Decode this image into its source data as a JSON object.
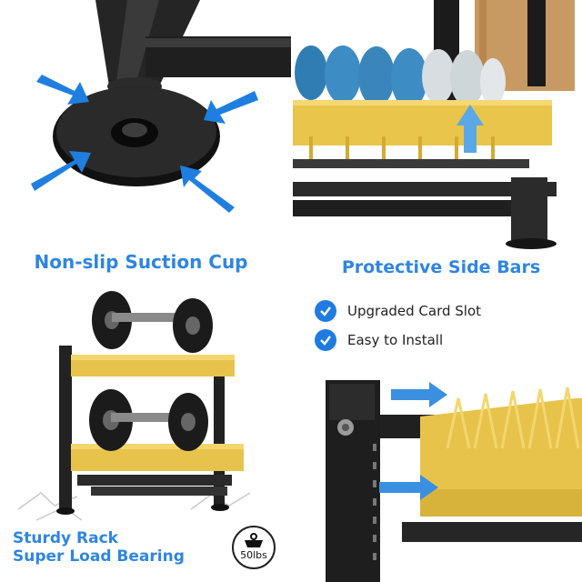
{
  "labels": {
    "suction": "Non-slip Suction Cup",
    "sidebars": "Protective Side Bars"
  },
  "features": [
    {
      "text": "Upgraded Card Slot",
      "icon": "check-circle-icon"
    },
    {
      "text": "Easy to Install",
      "icon": "check-circle-icon"
    }
  ],
  "bearing": {
    "line1": "Sturdy Rack",
    "line2": "Super Load Bearing"
  },
  "weight": {
    "text": "50lbs",
    "icon": "weight-icon"
  },
  "colors": {
    "accent": "#2f86e0",
    "check": "#1f7be0",
    "gold": "#e8c24a",
    "black": "#1c1c1c",
    "bowl": "#3f8cc4"
  }
}
